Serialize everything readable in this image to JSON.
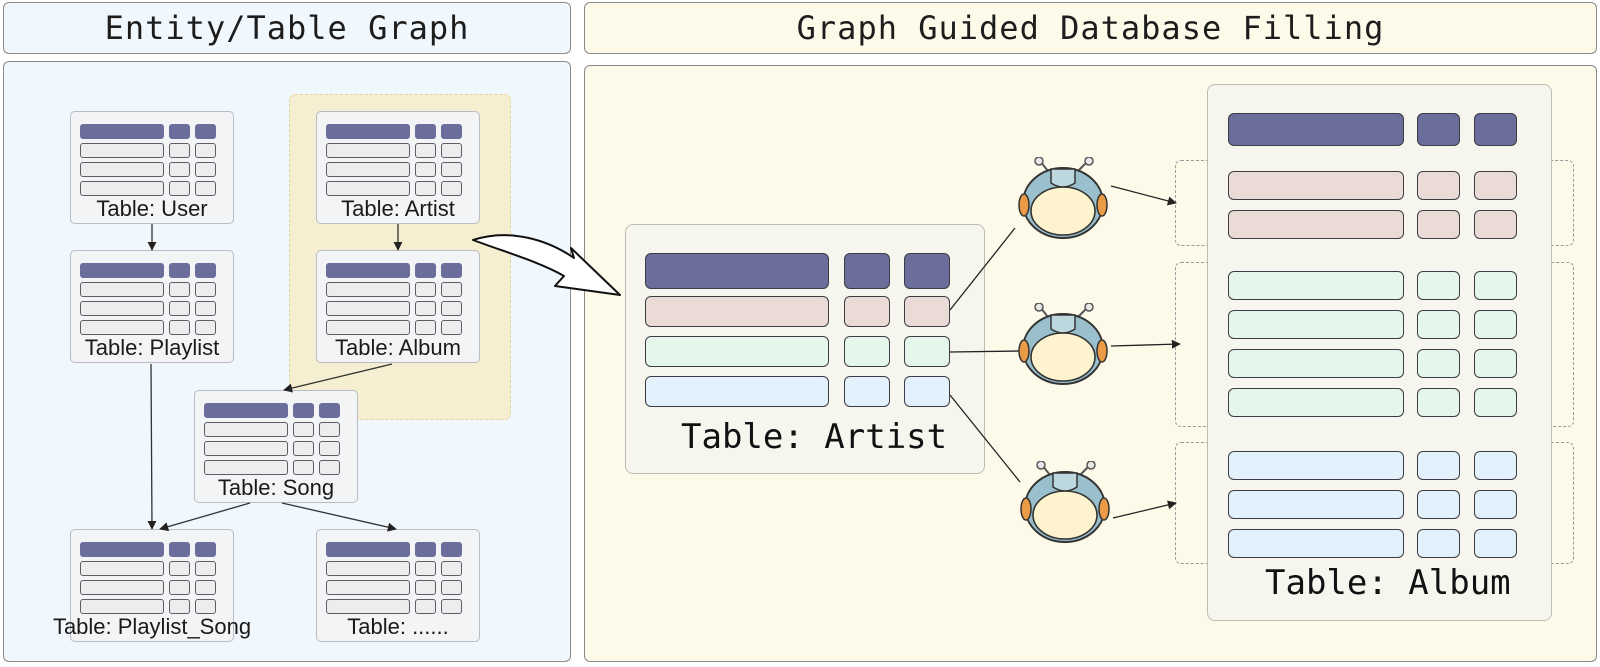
{
  "left_panel": {
    "title": "Entity/Table Graph"
  },
  "right_panel": {
    "title": "Graph Guided Database Filling"
  },
  "graph_nodes": [
    {
      "id": "user",
      "label": "Table: User"
    },
    {
      "id": "artist",
      "label": "Table: Artist"
    },
    {
      "id": "playlist",
      "label": "Table: Playlist"
    },
    {
      "id": "album",
      "label": "Table: Album"
    },
    {
      "id": "song",
      "label": "Table: Song"
    },
    {
      "id": "playlist_song",
      "label": "Table: Playlist_Song"
    },
    {
      "id": "more",
      "label": "Table: ......"
    }
  ],
  "graph_edges": [
    {
      "from": "user",
      "to": "playlist"
    },
    {
      "from": "artist",
      "to": "album"
    },
    {
      "from": "album",
      "to": "song"
    },
    {
      "from": "playlist",
      "to": "playlist_song"
    },
    {
      "from": "song",
      "to": "playlist_song"
    },
    {
      "from": "song",
      "to": "more"
    }
  ],
  "source_table": {
    "label": "Table: Artist"
  },
  "target_table": {
    "label": "Table: Album"
  },
  "agents": [
    {
      "icon": "robot-icon",
      "fills": "pink"
    },
    {
      "icon": "robot-icon",
      "fills": "green"
    },
    {
      "icon": "robot-icon",
      "fills": "blue"
    }
  ],
  "colors": {
    "header": "#6b6d9b",
    "pink_rows": "#eadbd7",
    "green_rows": "#e5f7ea",
    "blue_rows": "#e2f1fb",
    "left_panel_bg": "#f0f7fd",
    "right_panel_bg": "#fefaea",
    "highlight_bg": "#f5eed0"
  }
}
